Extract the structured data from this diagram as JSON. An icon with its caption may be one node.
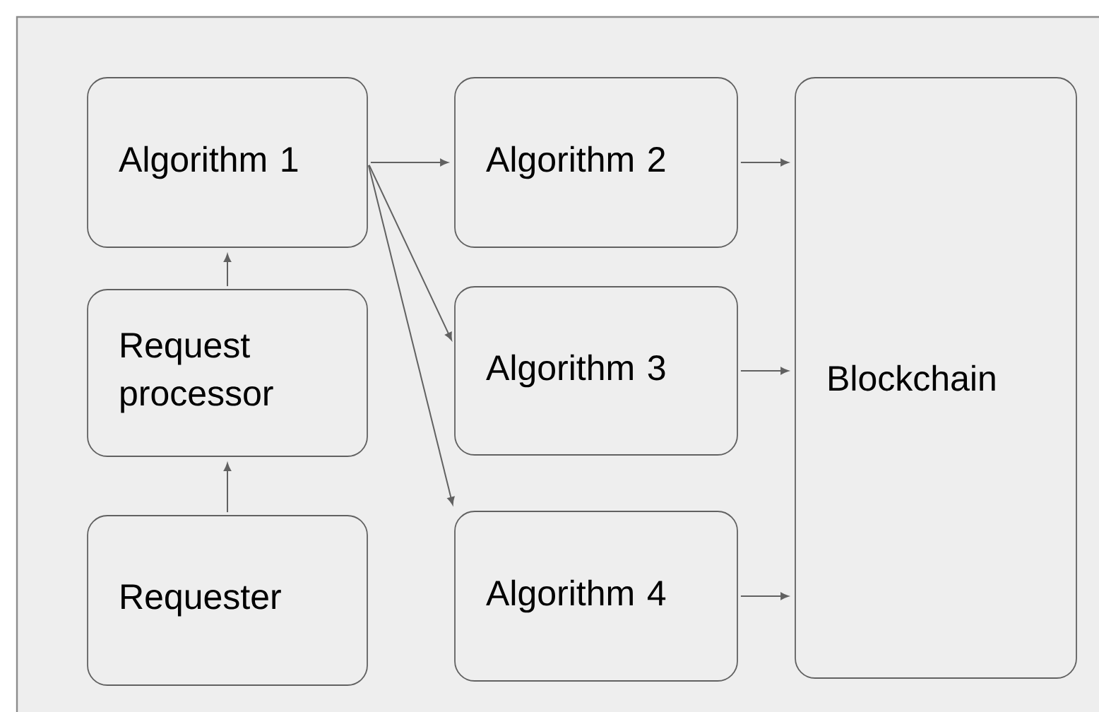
{
  "diagram": {
    "nodes": [
      {
        "text": [
          "Algorithm 1"
        ]
      },
      {
        "text": [
          "Request processor"
        ]
      },
      {
        "text": [
          "Requester"
        ]
      },
      {
        "text": [
          "Algorithm 2"
        ]
      },
      {
        "text": [
          "Algorithm 3"
        ]
      },
      {
        "text": [
          "Algorithm 4"
        ]
      },
      {
        "text": [
          "Blockchain"
        ]
      }
    ],
    "edges": [
      {
        "from": 2,
        "to": 1,
        "arrow": "to"
      },
      {
        "from": 1,
        "to": 0,
        "arrow": "to"
      },
      {
        "from": 0,
        "to": 3,
        "arrow": "to"
      },
      {
        "from": 0,
        "to": 4,
        "arrow": "to"
      },
      {
        "from": 0,
        "to": 5,
        "arrow": "to"
      },
      {
        "from": 3,
        "to": 6,
        "arrow": "to"
      },
      {
        "from": 4,
        "to": 6,
        "arrow": "to"
      },
      {
        "from": 5,
        "to": 6,
        "arrow": "to"
      }
    ]
  }
}
